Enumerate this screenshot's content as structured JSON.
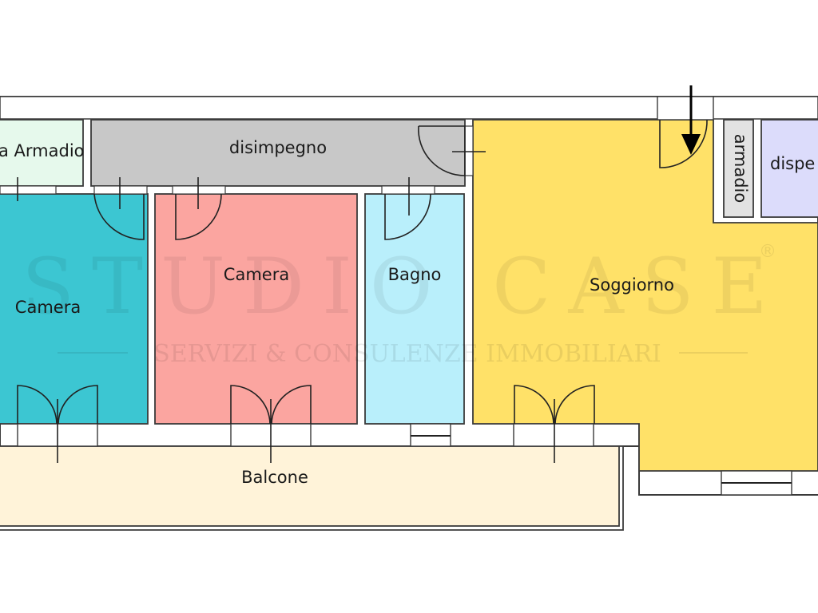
{
  "rooms": {
    "cabina_armadio": {
      "label": "a Armadio",
      "color": "#e6f9ec"
    },
    "disimpegno": {
      "label": "disimpegno",
      "color": "#c8c8c8"
    },
    "camera_left": {
      "label": "Camera",
      "color": "#3cc6d2"
    },
    "camera_middle": {
      "label": "Camera",
      "color": "#fba5a0"
    },
    "bagno": {
      "label": "Bagno",
      "color": "#b9effb"
    },
    "soggiorno": {
      "label": "Soggiorno",
      "color": "#ffe168"
    },
    "armadio": {
      "label": "armadio",
      "color": "#e2e2e2"
    },
    "dispensa": {
      "label": "dispe",
      "color": "#dcdcfb"
    },
    "balcone": {
      "label": "Balcone",
      "color": "#fff3d9"
    }
  },
  "watermark": {
    "brand": "STUDIO CASE",
    "registered": "®",
    "tagline": "SERVIZI & CONSULENZE IMMOBILIARI"
  },
  "colors": {
    "wall_outline": "#3a3a3a",
    "door_line": "#222222",
    "entrance_arrow": "#000000"
  },
  "icons": {
    "entrance": "entrance-arrow-icon",
    "door": "door-swing-icon"
  }
}
